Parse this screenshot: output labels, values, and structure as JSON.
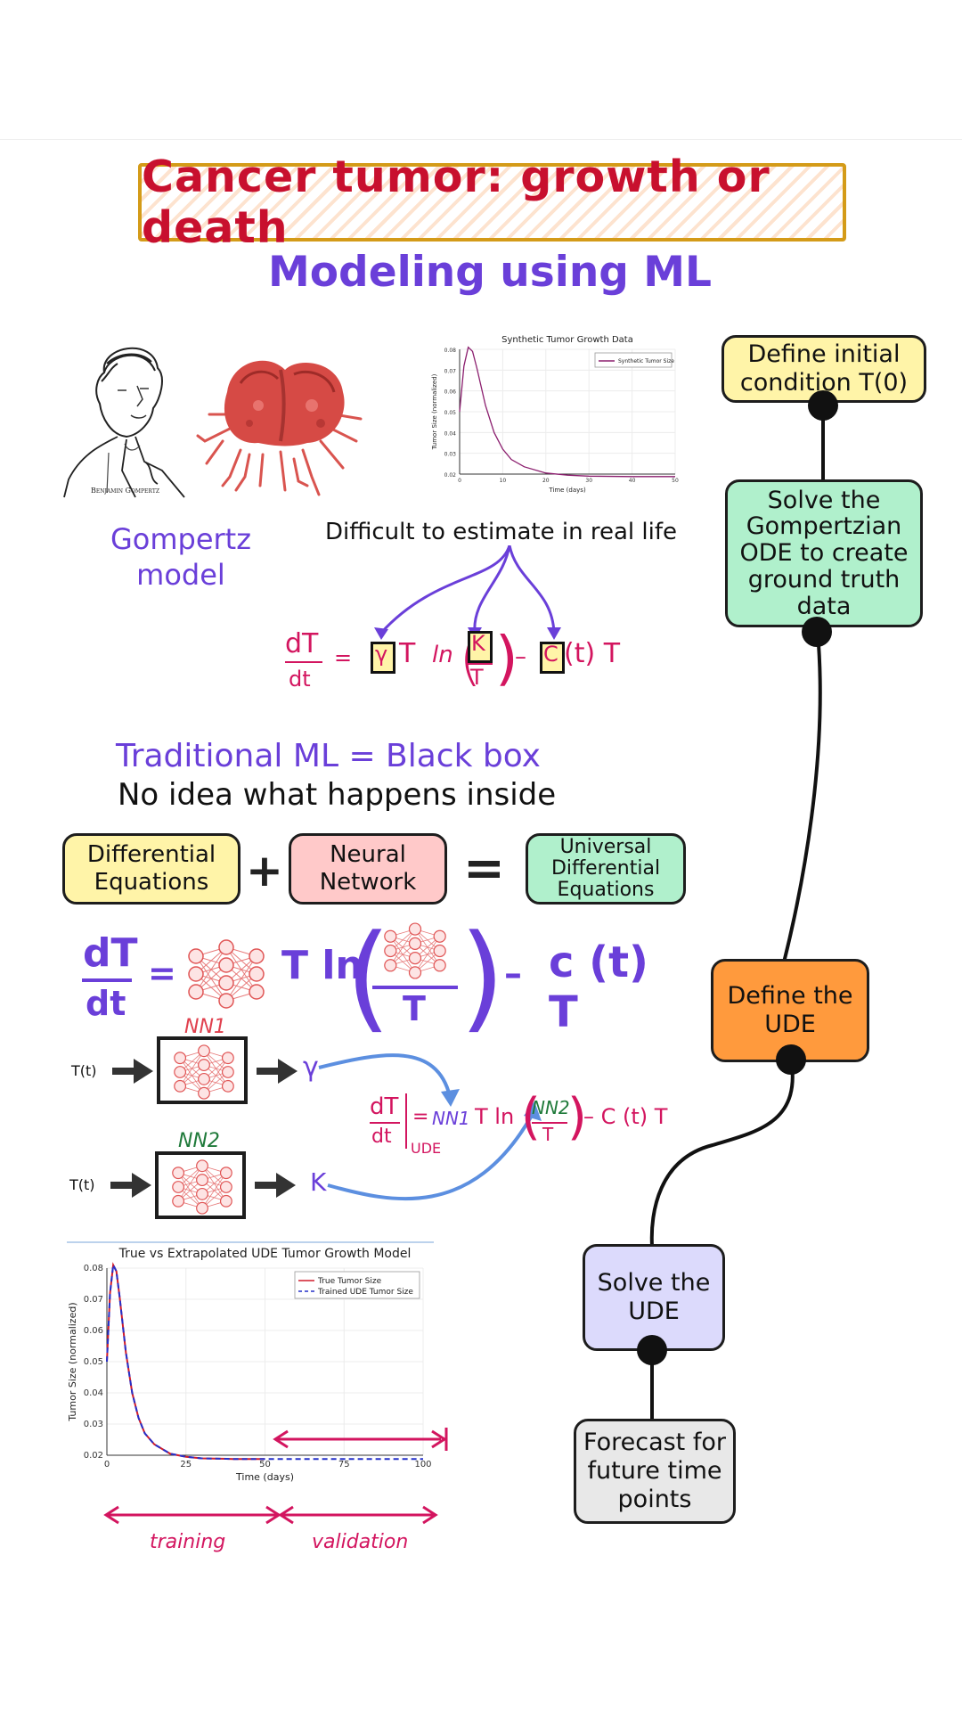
{
  "title": "Cancer tumor: growth or death",
  "subtitle": "Modeling using ML",
  "portrait_caption": "Benjamin Gompertz",
  "gompertz_label": [
    "Gompertz",
    "model"
  ],
  "difficult_label": "Difficult to estimate in real life",
  "equation1": {
    "lhs_num": "dT",
    "lhs_den": "dt",
    "eq": "=",
    "gamma": "γ",
    "T": "T",
    "ln": "ln",
    "K": "K",
    "T_den": "T",
    "minus": "–",
    "C": "C",
    "ct": "(t) T"
  },
  "traditional_ml": "Traditional ML = Black box",
  "no_idea": "No idea what happens inside",
  "combo": {
    "diff_eq": [
      "Differential",
      "Equations"
    ],
    "plus": "+",
    "nn": [
      "Neural",
      "Network"
    ],
    "equals": "=",
    "ude": [
      "Universal",
      "Differential",
      "Equations"
    ]
  },
  "equation2": {
    "lhs_num": "dT",
    "lhs_den": "dt",
    "eq": "=",
    "Tln": "T ln",
    "T_den": "T",
    "minus": "–",
    "ct": "c (t) T"
  },
  "nn1": {
    "label": "NN1",
    "input": "T(t)",
    "output": "γ"
  },
  "nn2": {
    "label": "NN2",
    "input": "T(t)",
    "output": "K"
  },
  "equation3": {
    "lhs_num": "dT",
    "lhs_den": "dt",
    "sub": "UDE",
    "eq": "=",
    "nn1": "NN1",
    "Tln": "T ln",
    "nn2": "NN2",
    "T_den": "T",
    "rest": "– C (t) T"
  },
  "flow": {
    "step1": [
      "Define initial",
      "condition T(0)"
    ],
    "step2": [
      "Solve the",
      "Gompertzian",
      "ODE to create",
      "ground truth",
      "data"
    ],
    "step3": [
      "Define the",
      "UDE"
    ],
    "step4": [
      "Solve the",
      "UDE"
    ],
    "step5": [
      "Forecast for",
      "future time",
      "points"
    ]
  },
  "colors": {
    "flow1": "#fff4a8",
    "flow2": "#b0f0cc",
    "flow3": "#ff9a3d",
    "flow4": "#dcdafc",
    "flow5": "#e8e8e8",
    "diff_eq": "#fff4a8",
    "nn": "#ffc9c9",
    "ude": "#b0f0cc"
  },
  "annotations": {
    "training": "training",
    "validation": "validation"
  },
  "chart_data": [
    {
      "type": "line",
      "title": "Synthetic Tumor Growth Data",
      "xlabel": "Time (days)",
      "ylabel": "Tumor Size (normalized)",
      "xlim": [
        0,
        50
      ],
      "ylim": [
        0.02,
        0.08
      ],
      "xticks": [
        "0",
        "10",
        "20",
        "30",
        "40",
        "50"
      ],
      "yticks": [
        "0.02",
        "0.03",
        "0.04",
        "0.05",
        "0.06",
        "0.07",
        "0.08"
      ],
      "legend": "top-right",
      "series": [
        {
          "name": "Synthetic Tumor Size",
          "color": "#8b1e6e",
          "x": [
            0,
            1,
            2,
            3,
            4,
            5,
            6,
            8,
            10,
            12,
            15,
            20,
            25,
            30,
            40,
            50
          ],
          "y": [
            0.05,
            0.072,
            0.081,
            0.079,
            0.071,
            0.062,
            0.053,
            0.04,
            0.032,
            0.027,
            0.0235,
            0.0205,
            0.0195,
            0.019,
            0.0188,
            0.0188
          ]
        }
      ]
    },
    {
      "type": "line",
      "title": "True vs Extrapolated UDE Tumor Growth Model",
      "xlabel": "Time (days)",
      "ylabel": "Tumor Size (normalized)",
      "xlim": [
        0,
        100
      ],
      "ylim": [
        0.02,
        0.08
      ],
      "xticks": [
        "0",
        "25",
        "50",
        "75",
        "100"
      ],
      "yticks": [
        "0.02",
        "0.03",
        "0.04",
        "0.05",
        "0.06",
        "0.07",
        "0.08"
      ],
      "legend": "top-right",
      "series": [
        {
          "name": "True Tumor Size",
          "color": "#d01c2b",
          "x": [
            0,
            1,
            2,
            3,
            4,
            5,
            6,
            8,
            10,
            12,
            15,
            20,
            25,
            30,
            40,
            50
          ],
          "y": [
            0.05,
            0.072,
            0.081,
            0.079,
            0.071,
            0.062,
            0.053,
            0.04,
            0.032,
            0.027,
            0.0235,
            0.0205,
            0.0195,
            0.019,
            0.0188,
            0.0188
          ]
        },
        {
          "name": "Trained UDE Tumor Size",
          "color": "#2530c9",
          "x": [
            0,
            1,
            2,
            3,
            4,
            5,
            6,
            8,
            10,
            12,
            15,
            20,
            25,
            30,
            40,
            50,
            60,
            70,
            80,
            90,
            100
          ],
          "y": [
            0.05,
            0.072,
            0.081,
            0.079,
            0.071,
            0.062,
            0.053,
            0.04,
            0.032,
            0.027,
            0.0235,
            0.0205,
            0.0195,
            0.019,
            0.0188,
            0.0188,
            0.0188,
            0.0188,
            0.0188,
            0.0188,
            0.0188
          ]
        }
      ]
    }
  ]
}
